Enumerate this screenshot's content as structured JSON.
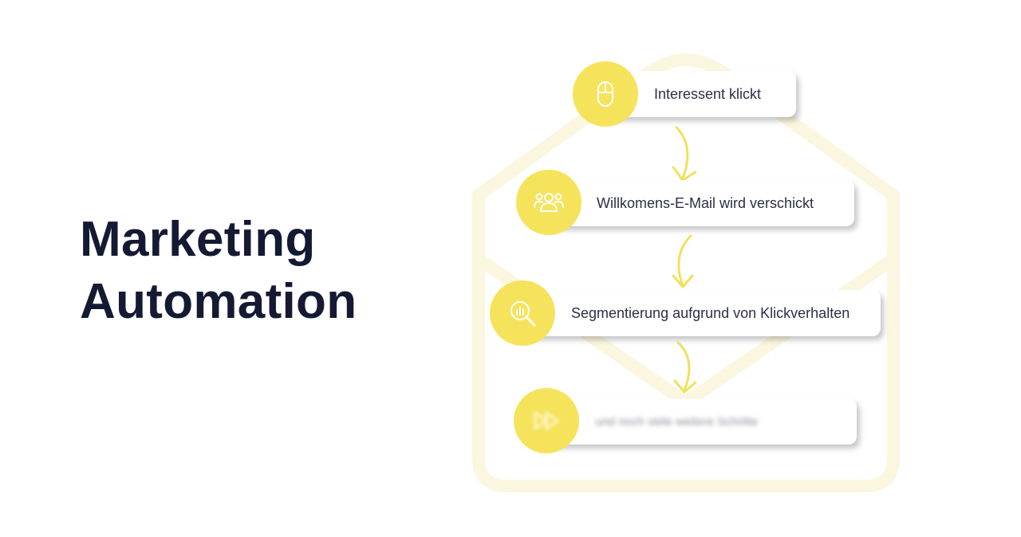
{
  "title": {
    "line1": "Marketing",
    "line2": "Automation"
  },
  "steps": [
    {
      "label": "Interessent klickt",
      "icon": "mouse-icon"
    },
    {
      "label": "Willkomens-E-Mail wird verschickt",
      "icon": "group-icon"
    },
    {
      "label": "Segmentierung aufgrund von Klickverhalten",
      "icon": "search-chart-icon"
    },
    {
      "label": "und noch viele weitere Schritte",
      "icon": "fast-forward-icon"
    }
  ],
  "colors": {
    "accent": "#f6e35c",
    "arrow": "#f2e05c",
    "title": "#151a33",
    "envelope": "#fbf6df"
  }
}
